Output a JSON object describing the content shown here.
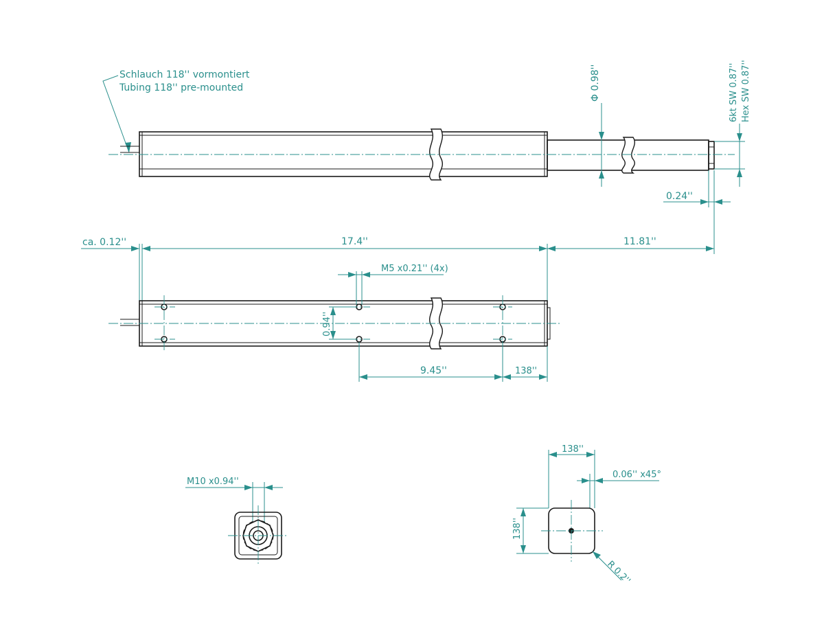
{
  "notes": {
    "tubing_de": "Schlauch 118'' vormontiert",
    "tubing_en": "Tubing 118'' pre-mounted"
  },
  "dims": {
    "diameter": "Φ 0.98''",
    "hex_de": "6kt SW 0.87''",
    "hex_en": "Hex SW 0.87''",
    "end_length": "0.24''",
    "ca": "ca. 0.12''",
    "body_length": "17.4''",
    "stroke": "11.81''",
    "threads_side": "M5  x0.21'' (4x)",
    "hole_spacing_v": "0.94''",
    "hole_spacing_h": "9.45''",
    "end_offset": "138''",
    "thread_end": "M10  x0.94''",
    "section_width": "138''",
    "chamfer": "0.06'' x45°",
    "section_height": "138''",
    "radius": "R 0.2''"
  }
}
